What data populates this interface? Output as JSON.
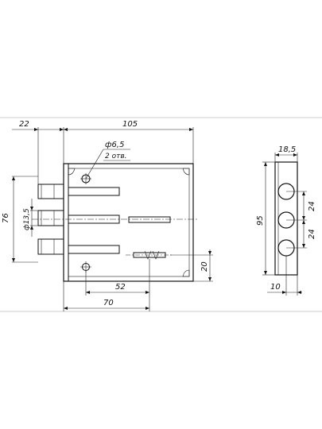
{
  "drawing": {
    "dimensions": {
      "left_offset": "22",
      "total_width": "105",
      "hole_diameter": "ф6,5",
      "hole_count": "2 отв.",
      "height_left": "76",
      "bolt_diameter": "ф13,5",
      "bottom_offset": "20",
      "bottom_width_52": "52",
      "bottom_width_70": "70",
      "side_width": "18,5",
      "side_height": "95",
      "spacing_top": "24",
      "spacing_bottom": "24",
      "side_offset": "10"
    }
  }
}
